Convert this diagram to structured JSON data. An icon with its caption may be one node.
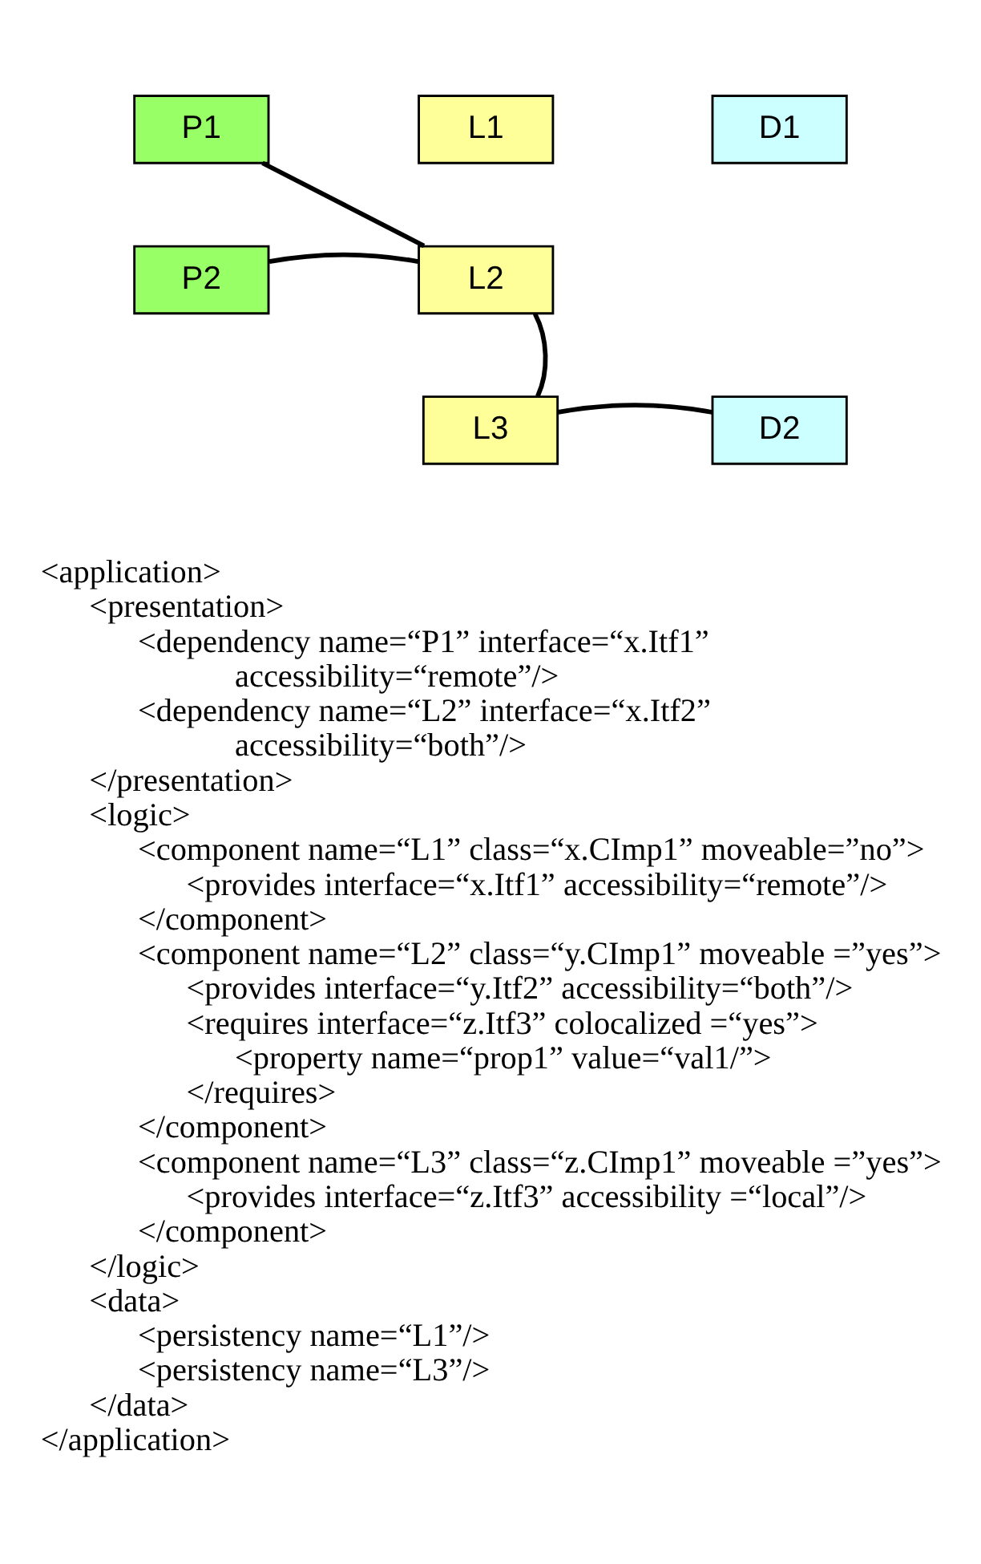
{
  "diagram": {
    "nodes": [
      {
        "text": [
          "P1"
        ]
      },
      {
        "text": [
          "L1"
        ]
      },
      {
        "text": [
          "D1"
        ]
      },
      {
        "text": [
          "P2"
        ]
      },
      {
        "text": [
          "L2"
        ]
      },
      {
        "text": [
          "L3"
        ]
      },
      {
        "text": [
          "D2"
        ]
      }
    ],
    "edges": [
      {
        "from": 0,
        "to": 4,
        "arrow": "none"
      },
      {
        "from": 3,
        "to": 4,
        "arrow": "none"
      },
      {
        "from": 4,
        "to": 5,
        "arrow": "none"
      },
      {
        "from": 5,
        "to": 6,
        "arrow": "none"
      }
    ],
    "labels": [
      "<application>",
      "<presentation>",
      "<dependency name=“P1” interface=“x.Itf1”",
      "accessibility=“remote”/>",
      "<dependency name=“L2” interface=“x.Itf2”",
      "accessibility=“both”/>",
      "</presentation>",
      "<logic>",
      "<component name=“L1” class=“x.CImp1” moveable=”no”>",
      "<provides interface=“x.Itf1” accessibility=“remote”/>",
      "</component>",
      "<component name=“L2” class=“y.CImp1” moveable =”yes”>",
      "<provides interface=“y.Itf2” accessibility=“both”/>",
      "<requires interface=“z.Itf3” colocalized =“yes”>",
      "<property name=“prop1” value=“val1/”>",
      "</requires>",
      "</component>",
      "<component name=“L3” class=“z.CImp1” moveable =”yes”>",
      "<provides interface=“z.Itf3” accessibility =“local”/>",
      "</component>",
      "</logic>",
      "<data>",
      "<persistency name=“L1”/>",
      "<persistency name=“L3”/>",
      "</data>",
      "</application>"
    ]
  }
}
